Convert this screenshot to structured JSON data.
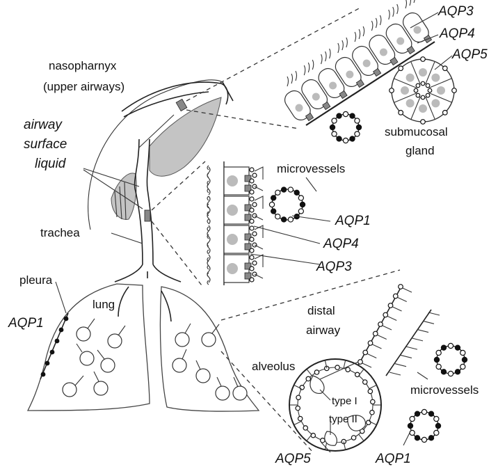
{
  "labels": {
    "nasopharynx_line1": "nasopharnyx",
    "nasopharynx_line2": "(upper airways)",
    "airway_surface_1": "airway",
    "airway_surface_2": "surface",
    "airway_surface_3": "liquid",
    "trachea": "trachea",
    "pleura": "pleura",
    "lung": "lung",
    "alveolus": "alveolus",
    "distal_airway_1": "distal",
    "distal_airway_2": "airway",
    "type_i": "type I",
    "type_ii": "type II",
    "microvessels_top": "microvessels",
    "microvessels_bottom": "microvessels",
    "submucosal_1": "submucosal",
    "submucosal_2": "gland"
  },
  "aqp_labels": {
    "aqp3_top": "AQP3",
    "aqp4_top": "AQP4",
    "aqp5_top": "AQP5",
    "aqp1_mid": "AQP1",
    "aqp4_mid": "AQP4",
    "aqp3_mid": "AQP3",
    "aqp1_pleura": "AQP1",
    "aqp5_bottom": "AQP5",
    "aqp1_bottom": "AQP1"
  }
}
